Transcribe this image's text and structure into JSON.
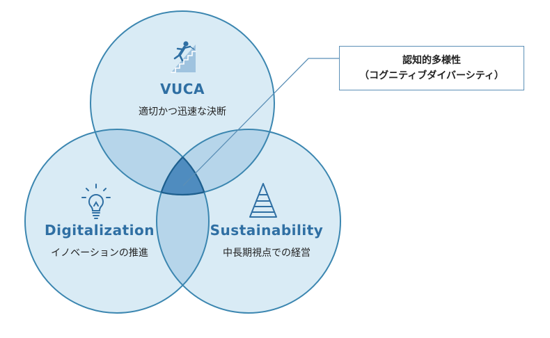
{
  "circles": {
    "top": {
      "title": "VUCA",
      "subtitle": "適切かつ迅速な決断",
      "icon": "climber-icon"
    },
    "left": {
      "title": "Digitalization",
      "subtitle": "イノベーションの推進",
      "icon": "lightbulb-icon"
    },
    "right": {
      "title": "Sustainability",
      "subtitle": "中長期視点での経営",
      "icon": "pyramid-icon"
    }
  },
  "callout": {
    "line1": "認知的多様性",
    "line2": "（コグニティブダイバーシティ）"
  },
  "colors": {
    "circle_fill": "#d9ebf5",
    "pair_overlap": "#b6d5ea",
    "center": "#4f8cbf",
    "stroke": "#3b86b0",
    "accent": "#2f6fa3"
  }
}
